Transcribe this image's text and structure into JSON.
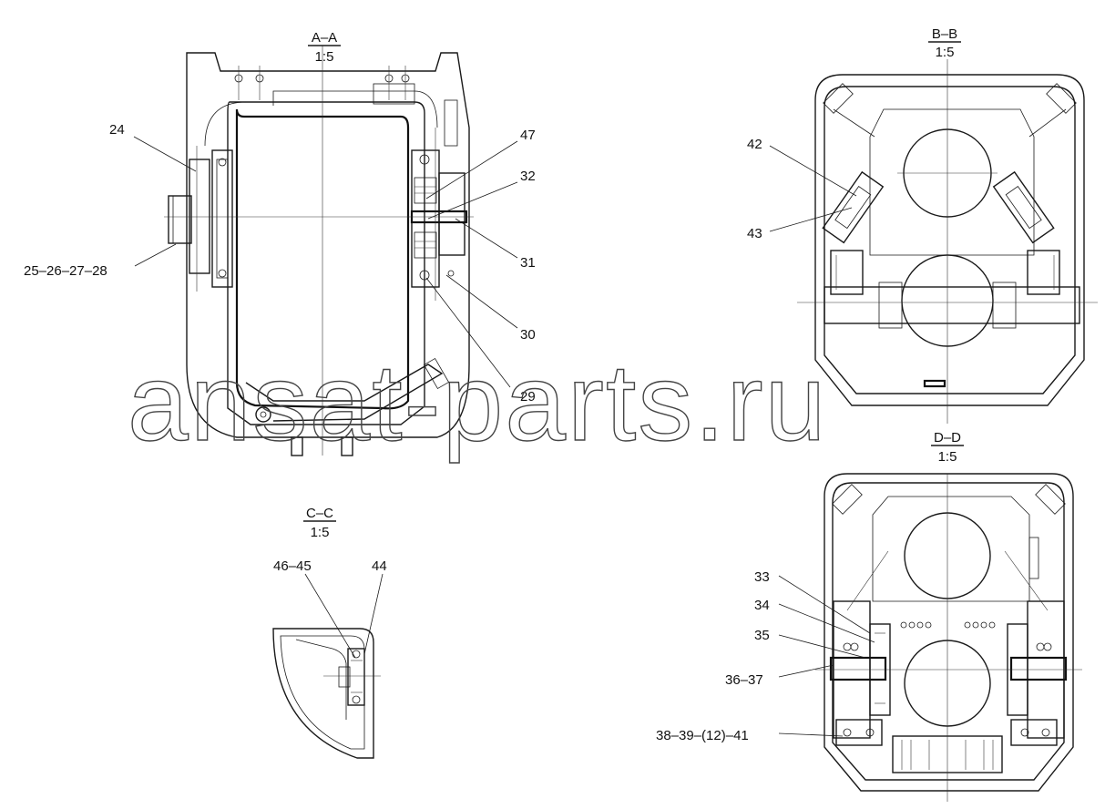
{
  "sections": {
    "aa_name": "A–A",
    "aa_scale": "1:5",
    "bb_name": "B–B",
    "bb_scale": "1:5",
    "cc_name": "C–C",
    "cc_scale": "1:5",
    "dd_name": "D–D",
    "dd_scale": "1:5"
  },
  "callouts": {
    "c24": "24",
    "c25_28": "25–26–27–28",
    "c47": "47",
    "c32": "32",
    "c31": "31",
    "c30": "30",
    "c29": "29",
    "c42": "42",
    "c43": "43",
    "c46_45": "46–45",
    "c44": "44",
    "c33": "33",
    "c34": "34",
    "c35": "35",
    "c36_37": "36–37",
    "c38_41": "38–39–(12)–41"
  },
  "watermark": "ansat-parts.ru"
}
